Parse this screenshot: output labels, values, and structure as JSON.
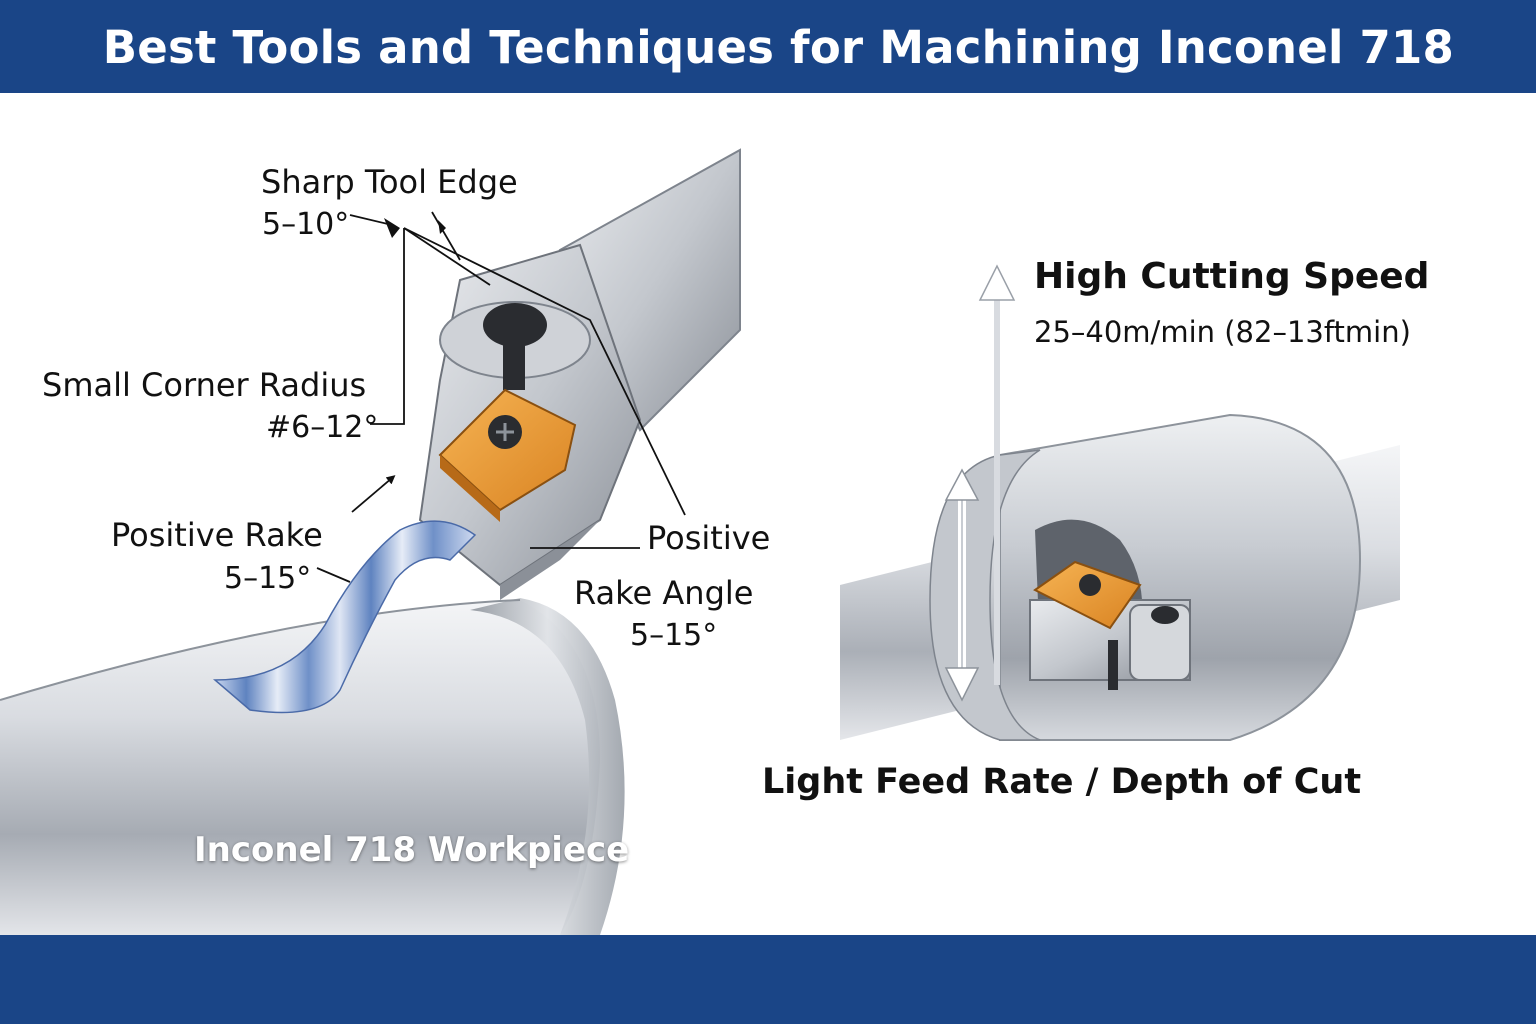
{
  "title": "Best Tools and Techniques for Machining Inconel 718",
  "colors": {
    "banner": "#1a4587",
    "steel_light": "#eceef1",
    "steel_mid": "#b9bdc4",
    "steel_dark": "#7e848d",
    "insert_orange": "#ec9a32",
    "chip_blue": "#5f83c0",
    "text": "#111111"
  },
  "icons": [
    "tool-holder-icon",
    "carbide-insert-icon",
    "clamp-screw-icon",
    "metal-chip-icon",
    "workpiece-bar-icon",
    "boring-bar-icon",
    "arrow-up-icon",
    "double-arrow-icon"
  ],
  "labels": {
    "sharp_edge": "Sharp Tool Edge",
    "sharp_edge_angle": "5–10°",
    "corner_radius": "Small Corner Radius",
    "corner_radius_angle": "#6–12°",
    "positive_rake": "Positive Rake",
    "positive_rake_angle": "5–15°",
    "positive": "Positive",
    "rake_angle": "Rake Angle",
    "rake_angle_value": "5–15°",
    "workpiece": "Inconel 718 Workpiece",
    "high_speed": "High Cutting Speed",
    "speed_value": "25–40m/min (82–13ftmin)",
    "feed_rate": "Light Feed Rate / Depth of Cut"
  }
}
